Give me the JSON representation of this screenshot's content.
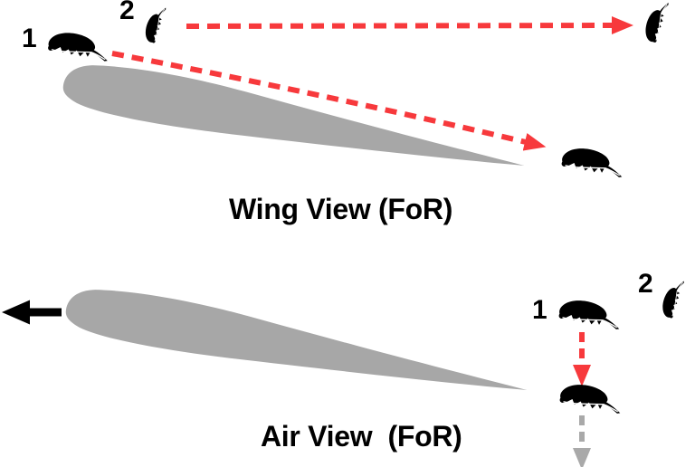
{
  "colors": {
    "airfoil": "#a7a7a7",
    "dash-red": "#f7393c",
    "dash-gray": "#a9a9a9",
    "ink": "#000000",
    "rachis": "#ffffff"
  },
  "top_panel": {
    "caption": "Wing View (FoR)",
    "feather1_label": "1",
    "feather2_label": "2"
  },
  "bottom_panel": {
    "caption": "Air View  (FoR)",
    "feather1_label": "1",
    "feather2_label": "2"
  },
  "icons": {
    "feather-icon": "black feather silhouette (svg shape)",
    "left-arrow-icon": "solid black left-pointing arrow (svg shape)",
    "arrowhead-icon": "solid triangle arrowhead on dashed trajectory (svg marker)"
  }
}
